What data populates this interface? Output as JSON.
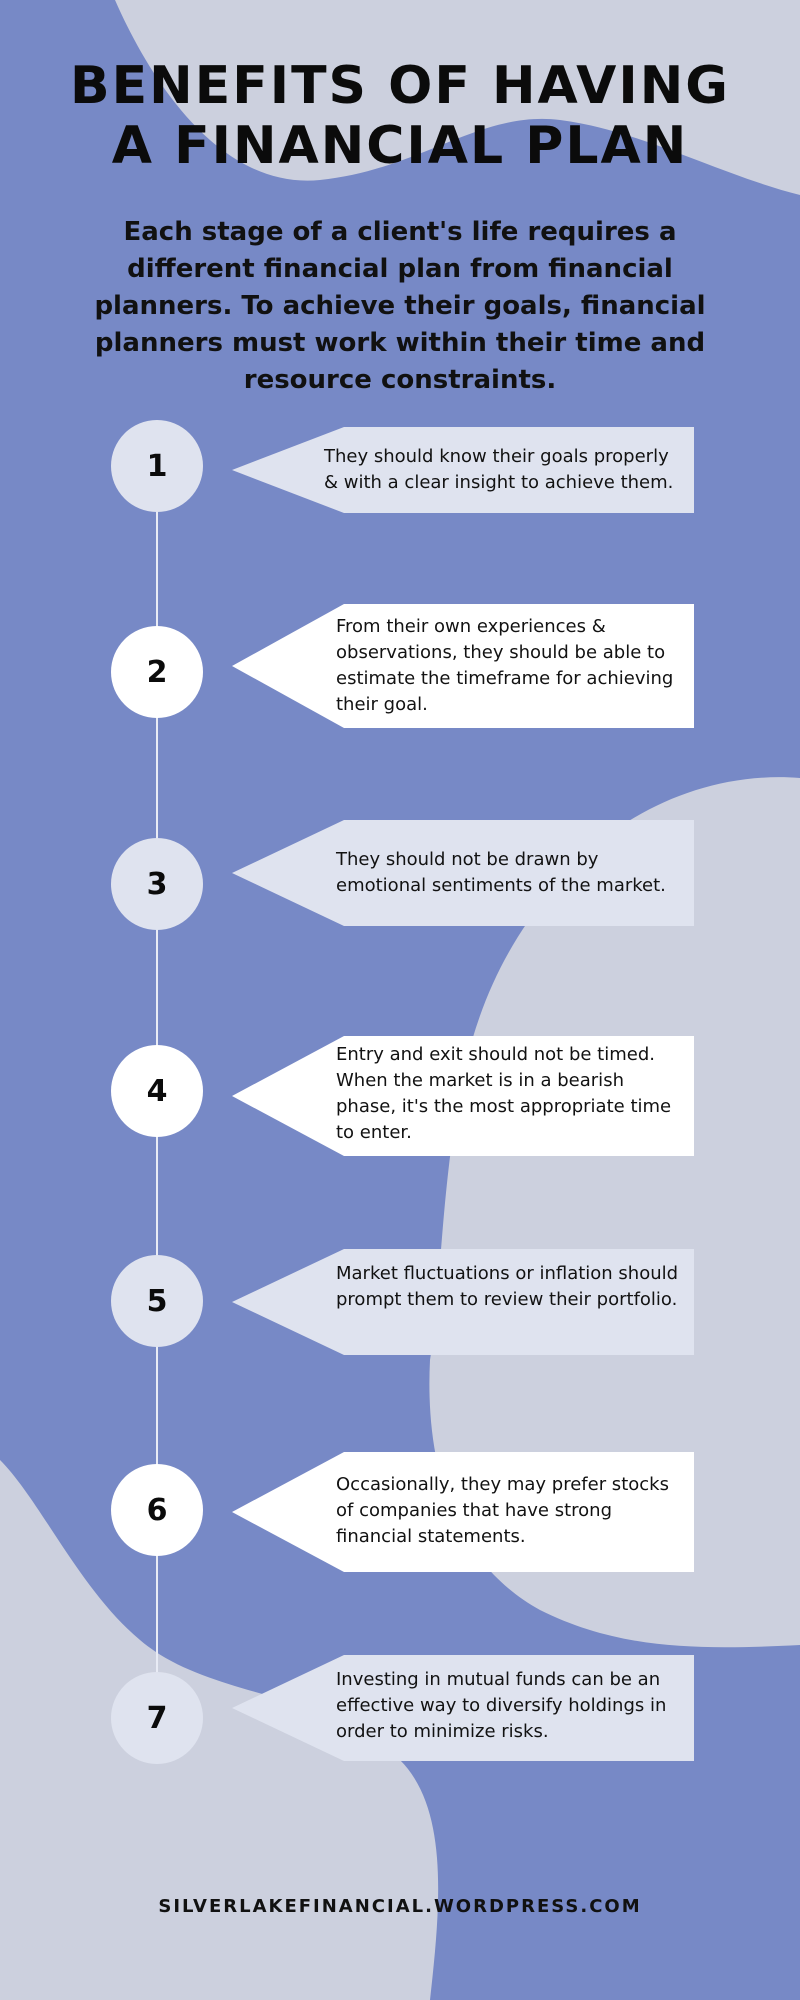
{
  "header": {
    "title_line1": "BENEFITS OF HAVING",
    "title_line2": "A FINANCIAL PLAN",
    "subtitle": "Each stage of a client's life requires a different financial plan from financial planners. To achieve their goals, financial planners must work within their time and resource constraints."
  },
  "steps": [
    {
      "number": "1",
      "text": "They should know their goals properly & with a clear insight to achieve them."
    },
    {
      "number": "2",
      "text": "From their own experiences & observations, they should be able to estimate the timeframe for achieving their goal."
    },
    {
      "number": "3",
      "text": "They should not be drawn by emotional sentiments of the market."
    },
    {
      "number": "4",
      "text": "Entry and exit should not be timed. When the market is in a bearish phase, it's the most appropriate time to enter."
    },
    {
      "number": "5",
      "text": "Market fluctuations or inflation should prompt them to review their portfolio."
    },
    {
      "number": "6",
      "text": "Occasionally, they may prefer stocks of companies that have strong financial statements."
    },
    {
      "number": "7",
      "text": "Investing in mutual funds can be an effective way to diversify holdings in order to minimize risks."
    }
  ],
  "footer": {
    "website": "SILVERLAKEFINANCIAL.WORDPRESS.COM"
  },
  "colors": {
    "background": "#7789c6",
    "blob": "#ccd0de",
    "card_light": "#dfe3ef",
    "card_white": "#ffffff"
  }
}
